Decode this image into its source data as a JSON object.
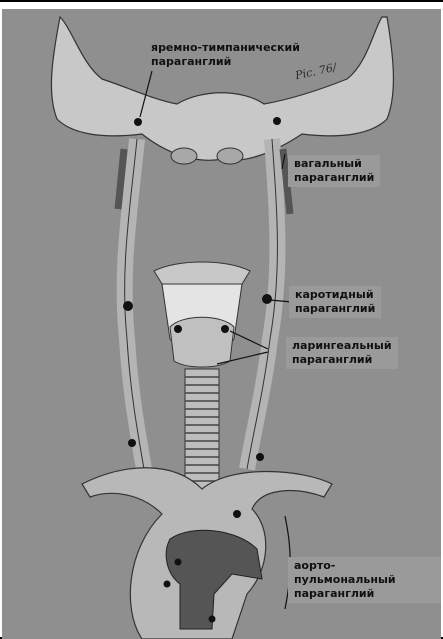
{
  "figure": {
    "colors": {
      "background": "#8f8f8f",
      "bone": "#c8c8c8",
      "vessel": "#b4b4b4",
      "dark_vessel": "#555555",
      "node": "#111111"
    },
    "signature_text": "Pic. 76/"
  },
  "labels": {
    "jugulotympanic": [
      "яремно-тимпанический",
      "параганглий"
    ],
    "vagal": [
      "вагальный",
      "параганглий"
    ],
    "carotid": [
      "каротидный",
      "параганглий"
    ],
    "laryngeal": [
      "ларингеальный",
      "параганглий"
    ],
    "aortopulmonary": [
      "аорто-пульмональный",
      "параганглий"
    ]
  }
}
